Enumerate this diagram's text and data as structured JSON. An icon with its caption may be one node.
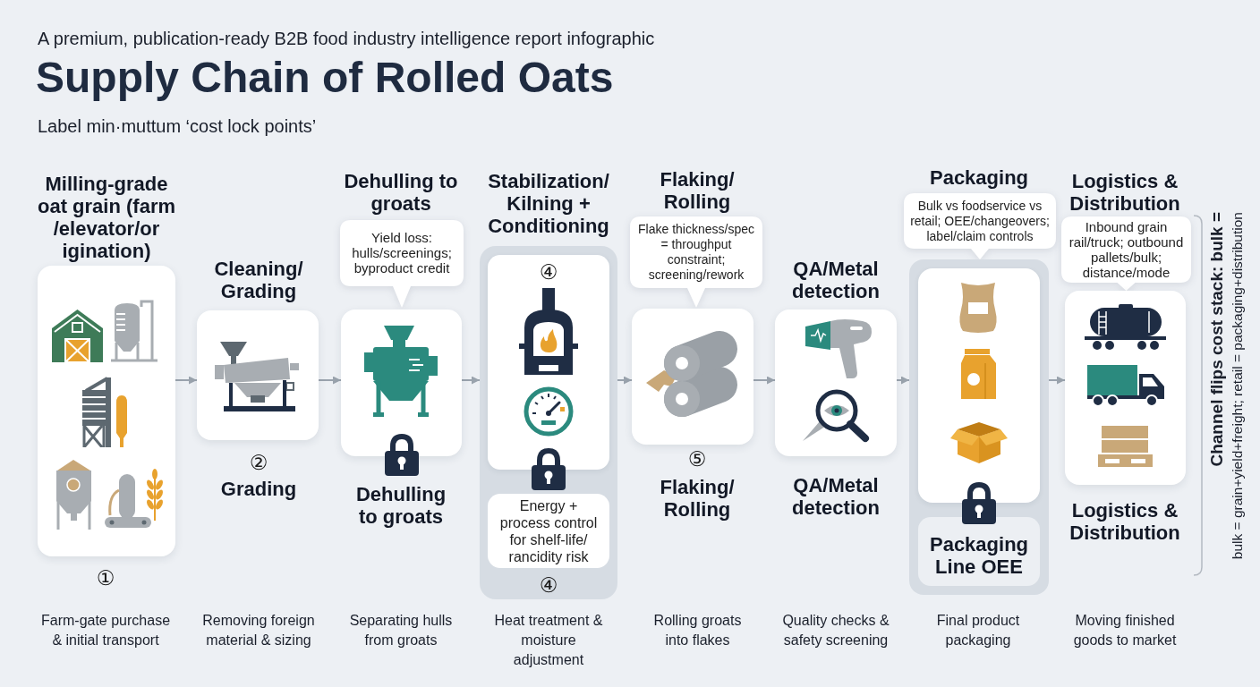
{
  "diagram": {
    "title": "Supply Chain of Rolled Oats",
    "nodes": [
      {
        "text": [
          "Milling-grade oat grain (farm /elevator/or igination)"
        ],
        "beside": [
          "①"
        ]
      },
      {
        "text": [
          "Cleaning/ Grading"
        ],
        "beside": [
          "②",
          "Grading"
        ]
      },
      {
        "text": [
          "Dehulling to groats",
          "Yield loss: hulls/screenings; byproduct credit"
        ]
      },
      {
        "text": [],
        "shape": "box",
        "beside": [
          "Dehulling to groats"
        ]
      },
      {
        "text": [
          "Stabilization/ Kilning + Conditioning",
          "④"
        ]
      },
      {
        "text": [
          "④"
        ],
        "in": 4
      },
      {
        "text": [
          "Energy + process control for shelf-life/ rancidity risk"
        ],
        "in": 4
      },
      {
        "text": [
          "Flaking/ Rolling",
          "Flake thickness/spec = throughput constraint; screening/rework"
        ]
      },
      {
        "text": [],
        "shape": "box",
        "beside": [
          "⑤",
          "Flaking/ Rolling"
        ]
      },
      {
        "text": [
          "QA/Metal detection"
        ],
        "beside": [
          "QA/Metal detection"
        ]
      },
      {
        "text": [
          "Packaging",
          "Bulk vs foodservice vs retail; OEE/changeovers; label/claim controls"
        ]
      },
      {
        "text": [],
        "shape": "box"
      },
      {
        "text": [],
        "shape": "box",
        "in": 11
      },
      {
        "text": [
          "Packaging Line OEE"
        ],
        "in": 11
      },
      {
        "text": [
          "Logistics & Distribution",
          "Inbound grain rail/truck; outbound pallets/bulk; distance/mode"
        ]
      },
      {
        "text": [],
        "shape": "box",
        "beside": [
          "Logistics & Distribution"
        ]
      }
    ],
    "edges": [
      {
        "from": 0,
        "to": 1,
        "arrow": "to"
      },
      {
        "from": 1,
        "to": 3,
        "arrow": "to"
      },
      {
        "from": 3,
        "to": 4,
        "arrow": "to"
      },
      {
        "from": 4,
        "to": 8,
        "arrow": "to"
      },
      {
        "from": 8,
        "to": 9,
        "arrow": "to"
      },
      {
        "from": 9,
        "to": 11,
        "arrow": "to"
      },
      {
        "from": 11,
        "to": 15,
        "arrow": "to"
      }
    ],
    "labels": [
      "A premium, publication-ready B2B food industry intelligence report infographic",
      "Label min·muttum ‘cost lock points’",
      "Channel flips cost stack: bulk =",
      "bulk = grain+yield+freight; retail = packaging+distribution",
      "Farm-gate purchase & initial transport",
      "Removing foreign material & sizing",
      "Separating hulls from groats",
      "Heat treatment & moisture adjustment",
      "Rolling groats into flakes",
      "Quality checks & safety screening",
      "Final product packaging",
      "Moving finished goods to market"
    ]
  }
}
